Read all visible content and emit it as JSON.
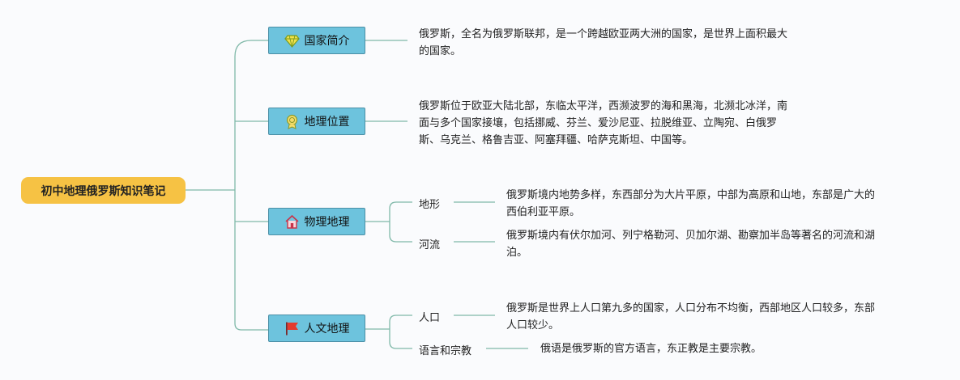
{
  "root": {
    "label": "初中地理俄罗斯知识笔记"
  },
  "topics": [
    {
      "label": "国家简介",
      "icon": "diamond-icon",
      "desc": [
        "俄罗斯，全名为俄罗斯联邦，是一个跨越欧亚两大洲的国家，是世界上面积最大",
        "的国家。"
      ]
    },
    {
      "label": "地理位置",
      "icon": "medal-icon",
      "desc": [
        "俄罗斯位于欧亚大陆北部，东临太平洋，西濒波罗的海和黑海，北濒北冰洋，南",
        "面与多个国家接壤，包括挪威、芬兰、爱沙尼亚、拉脱维亚、立陶宛、白俄罗",
        "斯、乌克兰、格鲁吉亚、阿塞拜疆、哈萨克斯坦、中国等。"
      ]
    },
    {
      "label": "物理地理",
      "icon": "home-icon",
      "subs": [
        {
          "label": "地形",
          "desc": [
            "俄罗斯境内地势多样，东西部分为大片平原，中部为高原和山地，东部是广大的",
            "西伯利亚平原。"
          ]
        },
        {
          "label": "河流",
          "desc": [
            "俄罗斯境内有伏尔加河、列宁格勒河、贝加尔湖、勘察加半岛等著名的河流和湖",
            "泊。"
          ]
        }
      ]
    },
    {
      "label": "人文地理",
      "icon": "flag-icon",
      "subs": [
        {
          "label": "人口",
          "desc": [
            "俄罗斯是世界上人口第九多的国家，人口分布不均衡，西部地区人口较多，东部",
            "人口较少。"
          ]
        },
        {
          "label": "语言和宗教",
          "desc": [
            "俄语是俄罗斯的官方语言，东正教是主要宗教。"
          ]
        }
      ]
    }
  ],
  "colors": {
    "root": "#f6c244",
    "topic": "#6dc3dd",
    "line": "#7fb8a8"
  }
}
